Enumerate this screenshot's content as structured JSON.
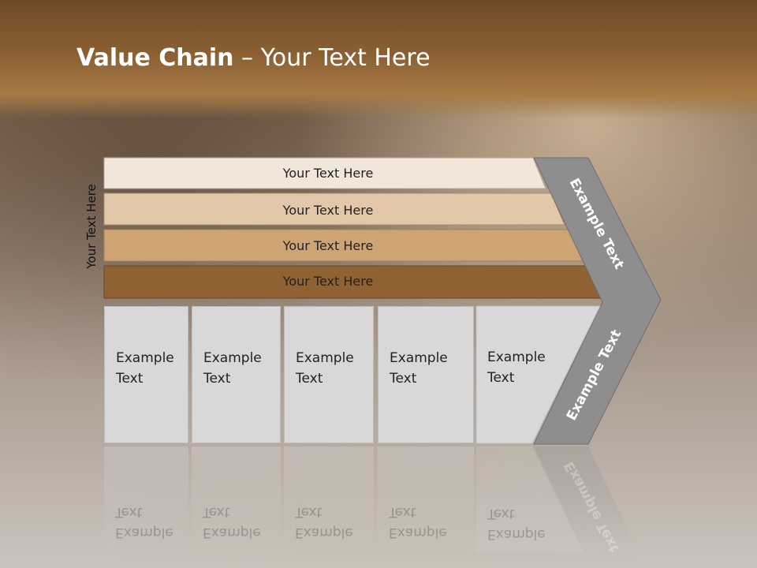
{
  "title": {
    "bold": "Value Chain",
    "rest": " – Your Text Here"
  },
  "side_label": "Your Text Here",
  "rows": [
    {
      "label": "Your Text Here",
      "color": "#f0e6da"
    },
    {
      "label": "Your Text Here",
      "color": "#e2c8a8"
    },
    {
      "label": "Your Text Here",
      "color": "#cfa475"
    },
    {
      "label": "Your Text Here",
      "color": "#8f6234"
    }
  ],
  "arrow": {
    "top_label": "Example Text",
    "bottom_label": "Example Text",
    "color": "#8e8e8e"
  },
  "boxes": [
    {
      "label": "Example Text"
    },
    {
      "label": "Example Text"
    },
    {
      "label": "Example Text"
    },
    {
      "label": "Example Text"
    },
    {
      "label": "Example Text"
    }
  ]
}
